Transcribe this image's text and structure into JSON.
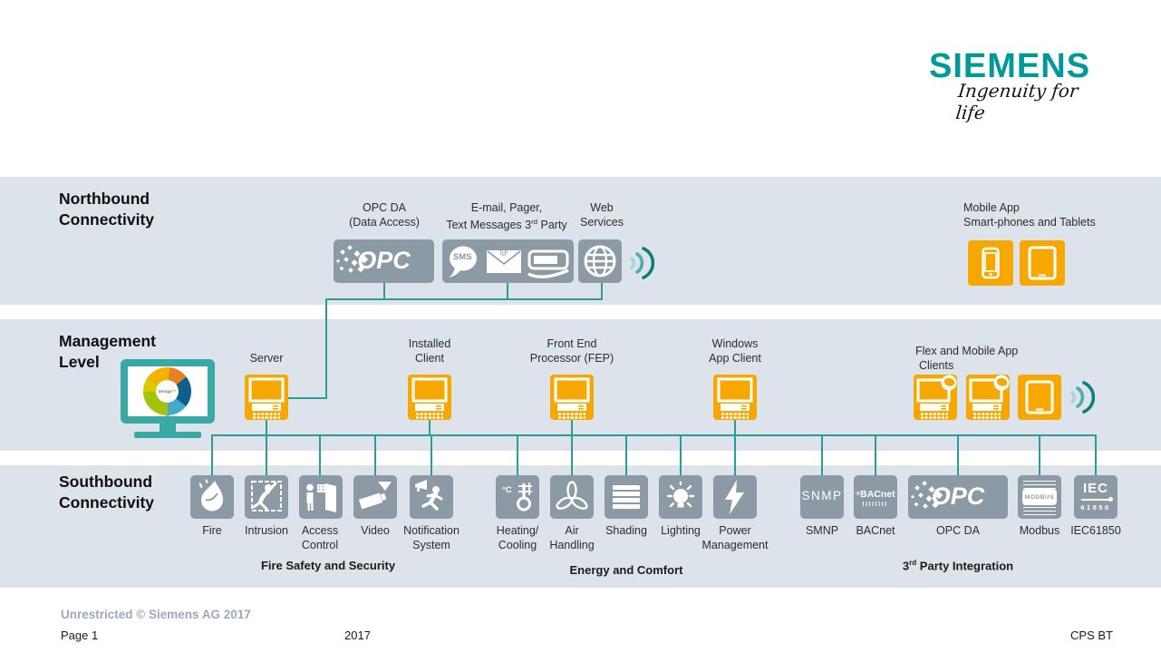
{
  "logo": {
    "brand": "SIEMENS",
    "tagline": "Ingenuity for life"
  },
  "northbound": {
    "title1": "Northbound",
    "title2": "Connectivity",
    "opc_label1": "OPC DA",
    "opc_label2": "(Data Access)",
    "opc_logo_text": "OPC",
    "email_label1": "E-mail, Pager,",
    "email_label2_pre": "Text Messages 3",
    "email_label2_sup": "rd",
    "email_label2_post": " Party",
    "sms_text": "SMS",
    "at_symbol": "@",
    "web_label1": "Web",
    "web_label2": "Services",
    "mobile_label1": "Mobile App",
    "mobile_label2": "Smart-phones and Tablets"
  },
  "management": {
    "title1": "Management",
    "title2": "Level",
    "wheel_label": "Desigo™",
    "server_label": "Server",
    "installed_label1": "Installed",
    "installed_label2": "Client",
    "fep_label1": "Front End",
    "fep_label2": "Processor (FEP)",
    "winapp_label1": "Windows",
    "winapp_label2": "App Client",
    "flex_label1": "Flex and Mobile App",
    "flex_label2": "Clients"
  },
  "southbound": {
    "title1": "Southbound",
    "title2": "Connectivity",
    "items": [
      {
        "label1": "Fire",
        "label2": ""
      },
      {
        "label1": "Intrusion",
        "label2": ""
      },
      {
        "label1": "Access",
        "label2": "Control"
      },
      {
        "label1": "Video",
        "label2": ""
      },
      {
        "label1": "Notification",
        "label2": "System"
      },
      {
        "label1": "Heating/",
        "label2": "Cooling"
      },
      {
        "label1": "Air",
        "label2": "Handling"
      },
      {
        "label1": "Shading",
        "label2": ""
      },
      {
        "label1": "Lighting",
        "label2": ""
      },
      {
        "label1": "Power",
        "label2": "Management"
      },
      {
        "label1": "SMNP",
        "label2": ""
      },
      {
        "label1": "BACnet",
        "label2": ""
      },
      {
        "label1": "OPC DA",
        "label2": ""
      },
      {
        "label1": "Modbus",
        "label2": ""
      },
      {
        "label1": "IEC61850",
        "label2": ""
      }
    ],
    "heating_icon_text": "°C",
    "snmp_box_text": "SNMP",
    "bacnet_box_prefix": "®",
    "bacnet_box_text": "BACnet",
    "opc_box_text": "OPC",
    "modbus_box_text": "MODBUS",
    "iec_box_text1": "IEC",
    "iec_box_text2": "61850",
    "cat1": "Fire Safety and Security",
    "cat2": "Energy and Comfort",
    "cat3_pre": "3",
    "cat3_sup": "rd",
    "cat3_post": " Party Integration"
  },
  "footer": {
    "classification": "Unrestricted © Siemens AG 2017",
    "page": "Page 1",
    "year": "2017",
    "org": "CPS BT"
  },
  "colors": {
    "siemens_teal": "#009999",
    "amber": "#F6A800",
    "icon_gray": "#8C9AA6",
    "band_background": "#DCE3EA",
    "connector_teal": "#2B9C96",
    "footer_gray": "#9AA9BB"
  }
}
